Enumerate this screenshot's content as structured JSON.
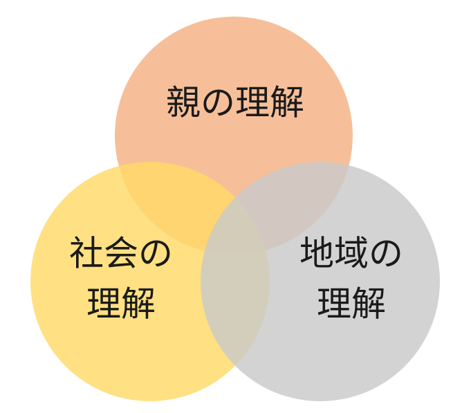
{
  "venn": {
    "circles": [
      {
        "id": "parents",
        "lines": [
          "親の理解"
        ],
        "color": "#f4b183"
      },
      {
        "id": "society",
        "lines": [
          "社会の",
          "理解"
        ],
        "color": "#ffd966"
      },
      {
        "id": "community",
        "lines": [
          "地域の",
          "理解"
        ],
        "color": "#c9c9c9"
      }
    ]
  }
}
